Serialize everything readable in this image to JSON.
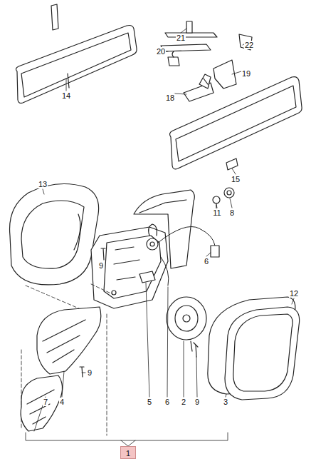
{
  "diagram": {
    "nodes": [
      {
        "text": [
          "1"
        ]
      }
    ],
    "labels": [
      "14",
      "21",
      "22",
      "20",
      "19",
      "18",
      "15",
      "13",
      "11",
      "8",
      "9",
      "6",
      "12",
      "9",
      "7",
      "4",
      "5",
      "6",
      "2",
      "9",
      "3"
    ]
  }
}
